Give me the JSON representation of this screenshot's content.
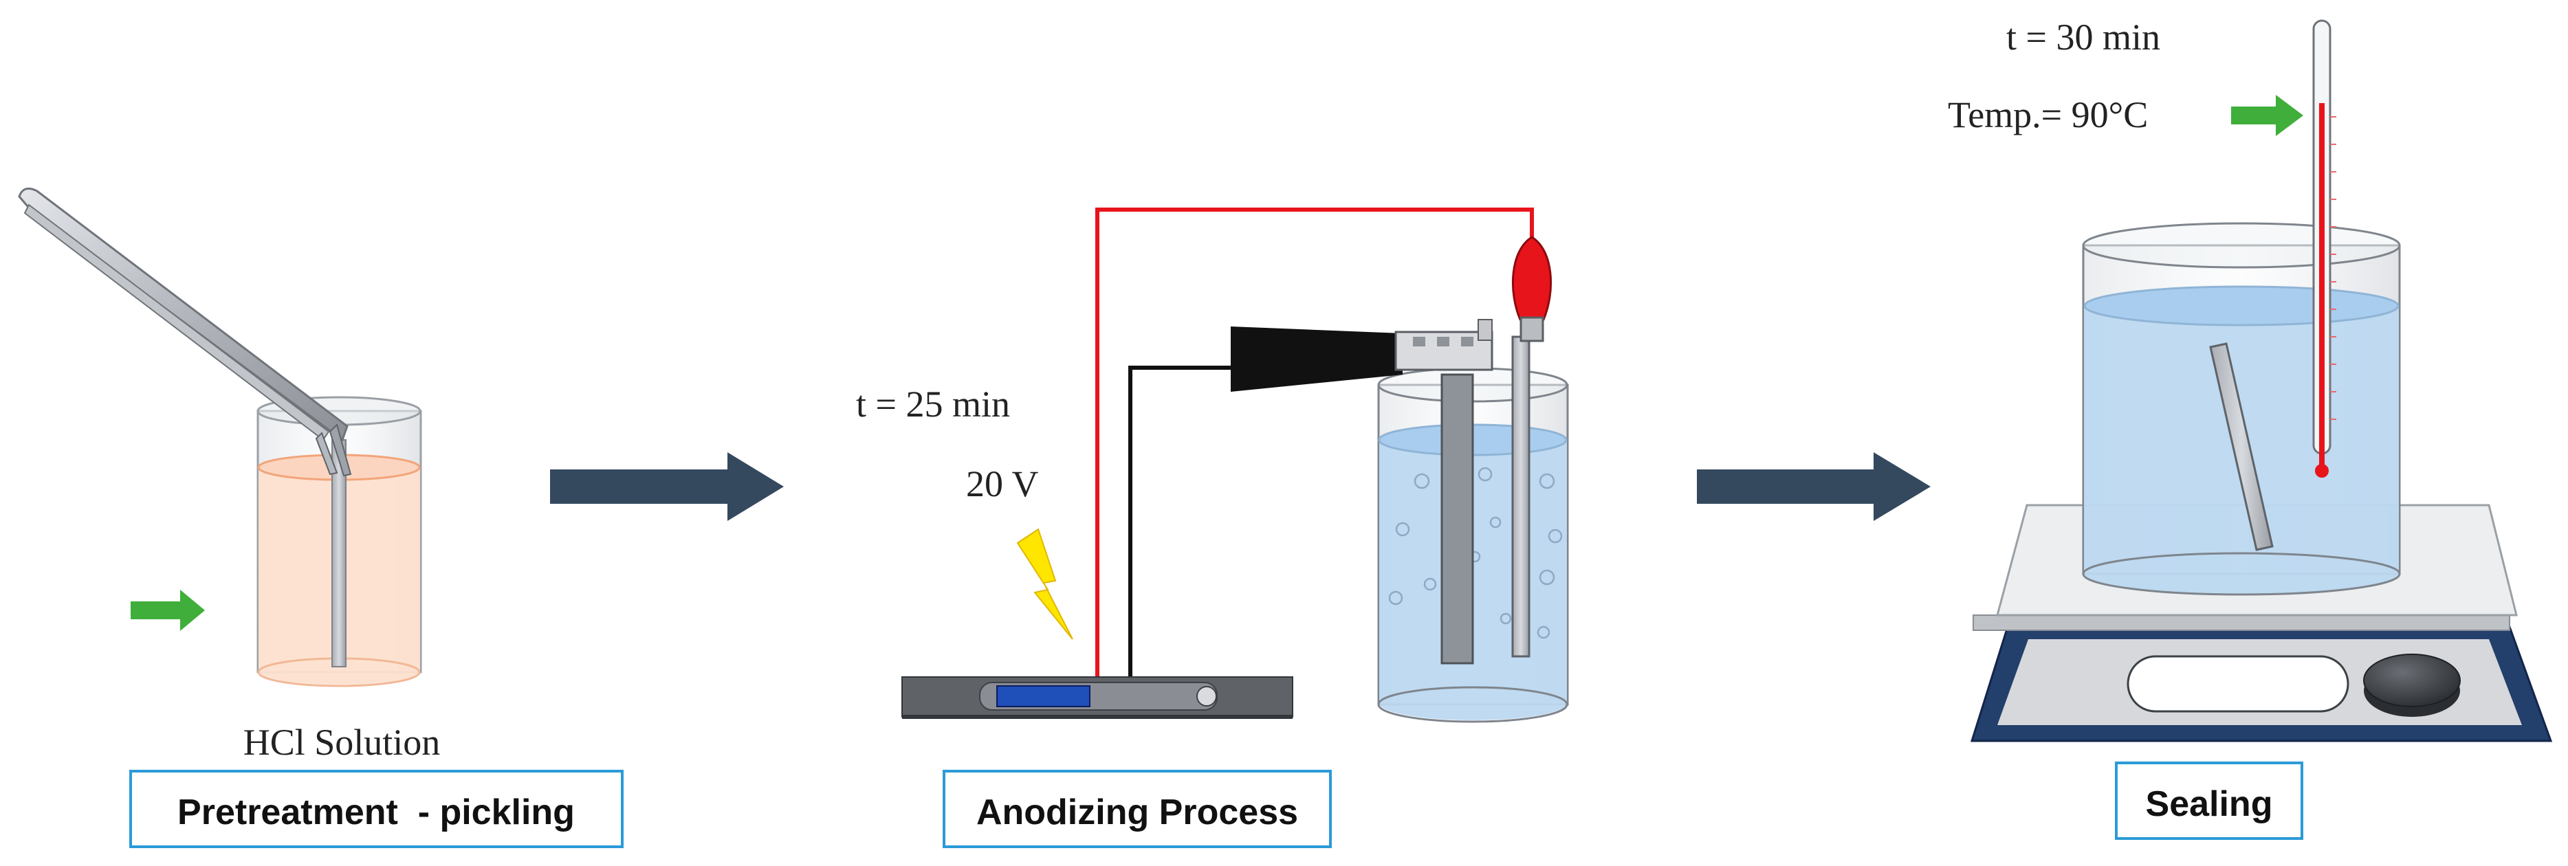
{
  "stages": [
    {
      "label": "Pretreatment  - pickling",
      "solution_label": "HCl Solution"
    },
    {
      "label": "Anodizing Process",
      "time_label": "t = 25 min",
      "voltage_label": "20 V"
    },
    {
      "label": "Sealing",
      "time_label": "t = 30 min",
      "temp_label": "Temp.= 90°C"
    }
  ],
  "colors": {
    "label_border": "#2b9bd8",
    "flow_arrow": "#34495e",
    "indicator_arrow": "#3fae3a",
    "wire_red": "#e8141b",
    "wire_black": "#111111",
    "hcl_liquid": "#fde0cf",
    "water": "#bcd8f0",
    "lightning": "#ffe600"
  },
  "icons": {
    "tweezers": "tweezers-icon",
    "thermometer": "thermometer-icon",
    "power_supply": "power-supply-icon",
    "hot_plate": "hot-plate-icon",
    "lightning": "lightning-icon"
  }
}
